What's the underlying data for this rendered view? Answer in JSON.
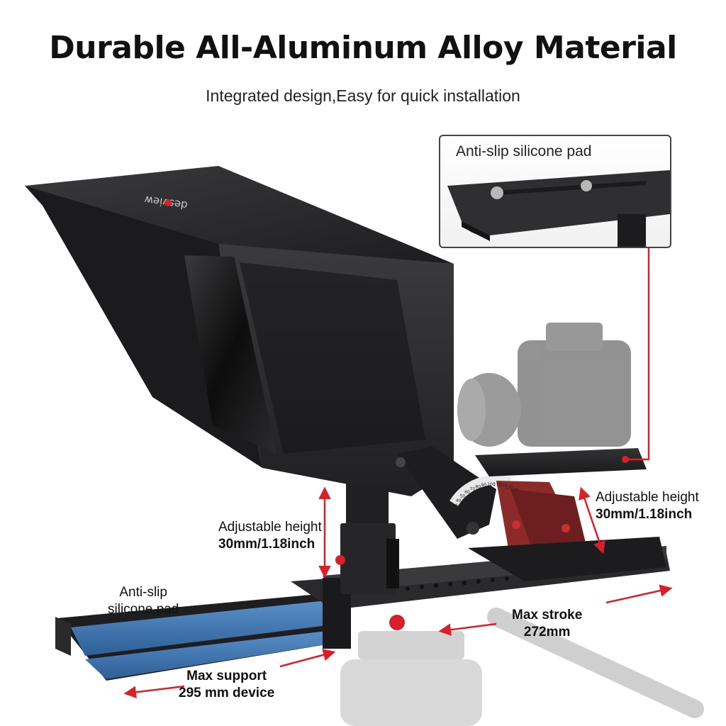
{
  "headline": "Durable All-Aluminum Alloy Material",
  "subheadline": "Integrated design,Easy for quick installation",
  "brand_logo": "desview",
  "inset": {
    "title": "Anti-slip silicone pad"
  },
  "callouts": {
    "left_height": {
      "label": "Adjustable height",
      "value": "30mm/1.18inch"
    },
    "right_height": {
      "label": "Adjustable height",
      "value": "30mm/1.18inch"
    },
    "left_pad": {
      "line1": "Anti-slip",
      "line2": "silicone pad"
    },
    "max_support": {
      "line1": "Max support",
      "line2": "295 mm device"
    },
    "max_stroke": {
      "line1": "Max stroke",
      "line2": "272mm"
    }
  },
  "angle_scale": [
    "30",
    "40",
    "50",
    "60",
    "70",
    "80",
    "90",
    "100",
    "110",
    "120",
    "130",
    "140"
  ],
  "colors": {
    "accent_red": "#d8202a",
    "hood": "#2a2a2c",
    "rail_blue": "#3f78b5",
    "bracket_red": "#8c2a2a"
  }
}
